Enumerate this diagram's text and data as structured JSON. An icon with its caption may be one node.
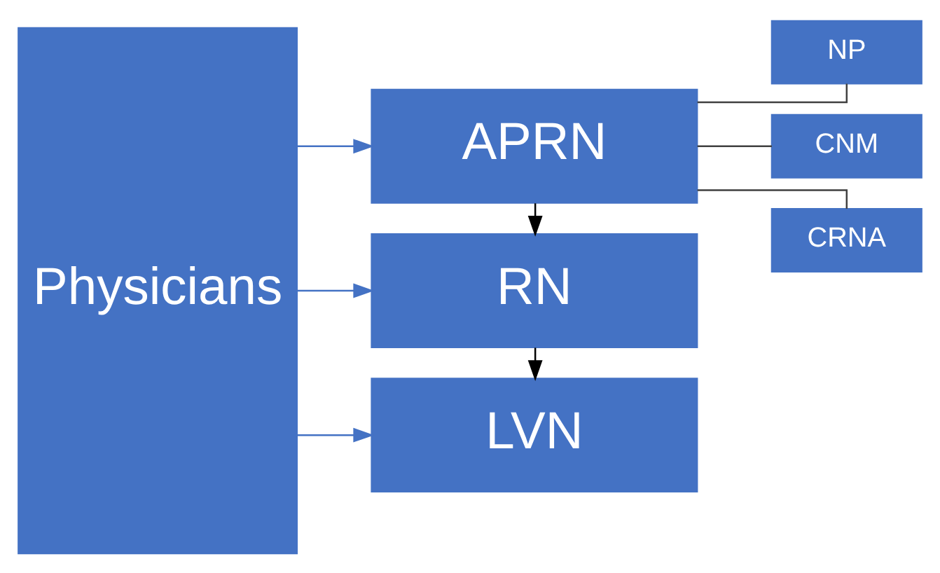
{
  "diagram": {
    "nodes": [
      {
        "text": [
          "Physicians"
        ]
      },
      {
        "text": [
          "APRN"
        ]
      },
      {
        "text": [
          "RN"
        ]
      },
      {
        "text": [
          "LVN"
        ]
      },
      {
        "text": [
          "NP"
        ]
      },
      {
        "text": [
          "CNM"
        ]
      },
      {
        "text": [
          "CRNA"
        ]
      }
    ],
    "edges": [
      {
        "from": 0,
        "to": 1,
        "arrow": "to",
        "color": "#4472c4"
      },
      {
        "from": 0,
        "to": 2,
        "arrow": "to",
        "color": "#4472c4"
      },
      {
        "from": 0,
        "to": 3,
        "arrow": "to",
        "color": "#4472c4"
      },
      {
        "from": 1,
        "to": 2,
        "arrow": "to",
        "color": "#000000"
      },
      {
        "from": 2,
        "to": 3,
        "arrow": "to",
        "color": "#000000"
      },
      {
        "from": 1,
        "to": 4,
        "arrow": "none",
        "color": "#404040"
      },
      {
        "from": 1,
        "to": 5,
        "arrow": "none",
        "color": "#404040"
      },
      {
        "from": 1,
        "to": 6,
        "arrow": "none",
        "color": "#404040"
      }
    ]
  }
}
